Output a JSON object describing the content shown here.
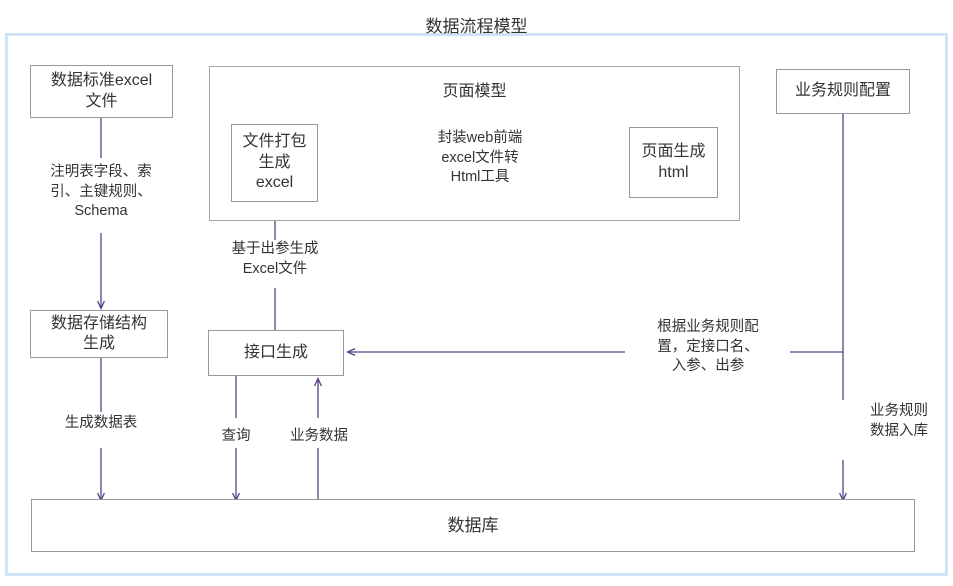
{
  "diagram": {
    "title": "数据流程模型",
    "accent_color": "#5b3f87",
    "frame_color": "#cfe3f5",
    "node_border_color": "#999999",
    "text_color": "#333333",
    "background_color": "#ffffff"
  },
  "groups": [
    {
      "id": "page-model-group",
      "title": "页面模型"
    }
  ],
  "nodes": [
    {
      "id": "data-standard-excel-file",
      "text": "数据标准excel\n文件"
    },
    {
      "id": "data-storage-structure-generation",
      "text": "数据存储结构\n生成"
    },
    {
      "id": "file-package-generate-excel",
      "text": "文件打包\n生成\nexcel"
    },
    {
      "id": "page-generate-html",
      "text": "页面生成\nhtml"
    },
    {
      "id": "business-rule-config",
      "text": "业务规则配置"
    },
    {
      "id": "interface-generation",
      "text": "接口生成"
    },
    {
      "id": "database",
      "text": "数据库"
    }
  ],
  "edge_labels": [
    {
      "id": "annotate-table-fields",
      "text": "注明表字段、索\n引、主键规则、\nSchema"
    },
    {
      "id": "generate-data-table",
      "text": "生成数据表"
    },
    {
      "id": "encapsulate-web-frontend-tool",
      "text": "封装web前端\nexcel文件转\nHtml工具"
    },
    {
      "id": "generate-excel-from-output-params",
      "text": "基于出参生成\nExcel文件"
    },
    {
      "id": "per-business-rule-config",
      "text": "根据业务规则配\n置，定接口名、\n入参、出参"
    },
    {
      "id": "business-rule-data-into-db",
      "text": "业务规则\n数据入库"
    },
    {
      "id": "query",
      "text": "查询"
    },
    {
      "id": "business-data",
      "text": "业务数据"
    }
  ]
}
